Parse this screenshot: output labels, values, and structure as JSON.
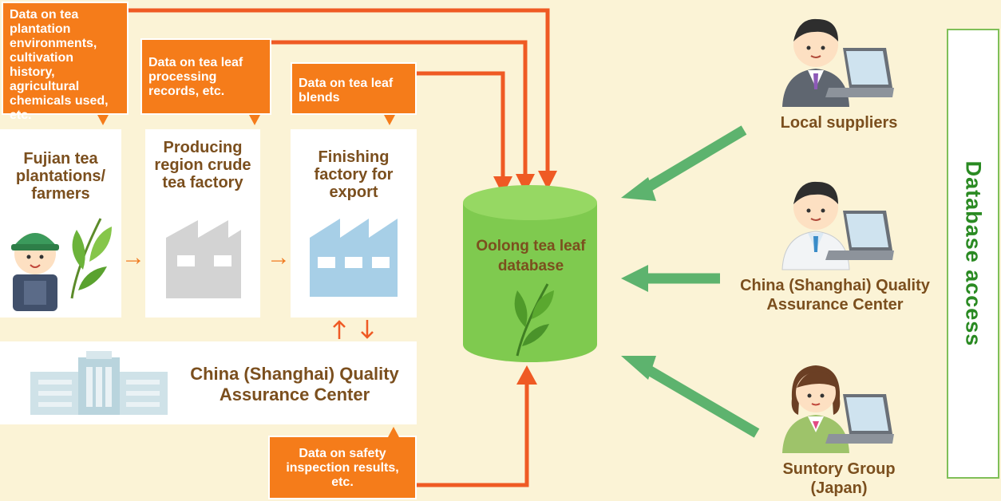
{
  "callouts": {
    "plantation_data": "Data on tea plantation environments, cultivation history, agricultural chemicals used, etc.",
    "processing_data": "Data on tea leaf processing records, etc.",
    "blends_data": "Data on tea leaf blends",
    "safety_data": "Data on safety inspection results, etc."
  },
  "stages": {
    "farmers": "Fujian tea plantations/ farmers",
    "crude_factory": "Producing region crude tea factory",
    "export_factory": "Finishing factory for export"
  },
  "qa_center_left": "China (Shanghai) Quality Assurance Center",
  "database": "Oolong tea leaf database",
  "users": {
    "local": "Local suppliers",
    "china_qa": "China (Shanghai) Quality Assurance Center",
    "suntory": "Suntory Group (Japan)"
  },
  "access_label": "Database access",
  "colors": {
    "background": "#fbf3d6",
    "callout": "#f57c1a",
    "flow_line": "#ef5a24",
    "database_green": "#7fca4f",
    "access_arrow": "#5db36e",
    "label_brown": "#7b4f1e"
  }
}
